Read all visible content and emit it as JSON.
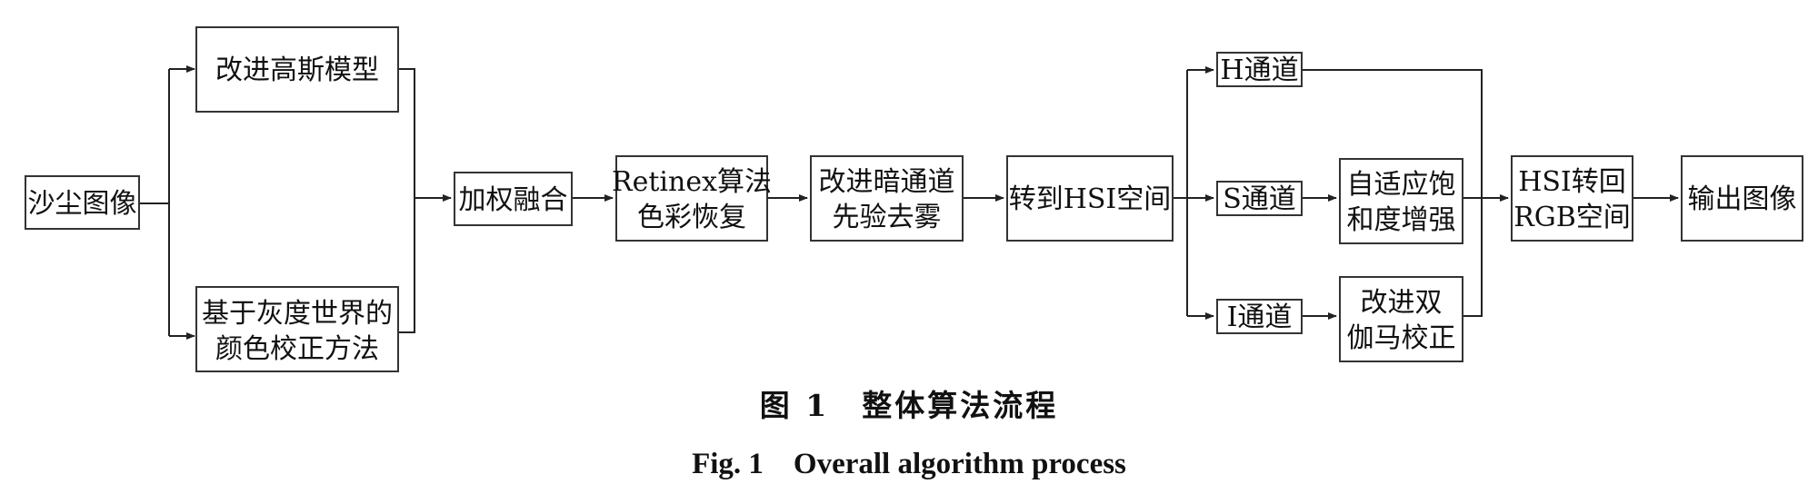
{
  "nodes": {
    "dust_image": {
      "lines": [
        "沙尘图像"
      ]
    },
    "improved_gaussian": {
      "lines": [
        "改进高斯模型"
      ]
    },
    "gray_world": {
      "lines": [
        "基于灰度世界的",
        "颜色校正方法"
      ]
    },
    "weighted_fusion": {
      "lines": [
        "加权融合"
      ]
    },
    "retinex": {
      "lines": [
        "Retinex算法",
        "色彩恢复"
      ]
    },
    "dark_channel": {
      "lines": [
        "改进暗通道",
        "先验去雾"
      ]
    },
    "to_hsi": {
      "lines": [
        "转到HSI空间"
      ]
    },
    "h_channel": {
      "lines": [
        "H通道"
      ]
    },
    "s_channel": {
      "lines": [
        "S通道"
      ]
    },
    "i_channel": {
      "lines": [
        "I通道"
      ]
    },
    "adaptive_saturation": {
      "lines": [
        "自适应饱",
        "和度增强"
      ]
    },
    "double_gamma": {
      "lines": [
        "改进双",
        "伽马校正"
      ]
    },
    "hsi_to_rgb": {
      "lines": [
        "HSI转回",
        "RGB空间"
      ]
    },
    "output_image": {
      "lines": [
        "输出图像"
      ]
    }
  },
  "edges": [
    [
      "dust_image",
      "improved_gaussian"
    ],
    [
      "dust_image",
      "gray_world"
    ],
    [
      "improved_gaussian",
      "weighted_fusion"
    ],
    [
      "gray_world",
      "weighted_fusion"
    ],
    [
      "weighted_fusion",
      "retinex"
    ],
    [
      "retinex",
      "dark_channel"
    ],
    [
      "dark_channel",
      "to_hsi"
    ],
    [
      "to_hsi",
      "h_channel"
    ],
    [
      "to_hsi",
      "s_channel"
    ],
    [
      "to_hsi",
      "i_channel"
    ],
    [
      "s_channel",
      "adaptive_saturation"
    ],
    [
      "i_channel",
      "double_gamma"
    ],
    [
      "h_channel",
      "hsi_to_rgb"
    ],
    [
      "adaptive_saturation",
      "hsi_to_rgb"
    ],
    [
      "double_gamma",
      "hsi_to_rgb"
    ],
    [
      "hsi_to_rgb",
      "output_image"
    ]
  ],
  "caption": {
    "zh": "图 1　整体算法流程",
    "en": "Fig. 1　Overall algorithm process"
  },
  "colors": {
    "stroke": "#222222",
    "text": "#111111",
    "background": "#ffffff"
  }
}
